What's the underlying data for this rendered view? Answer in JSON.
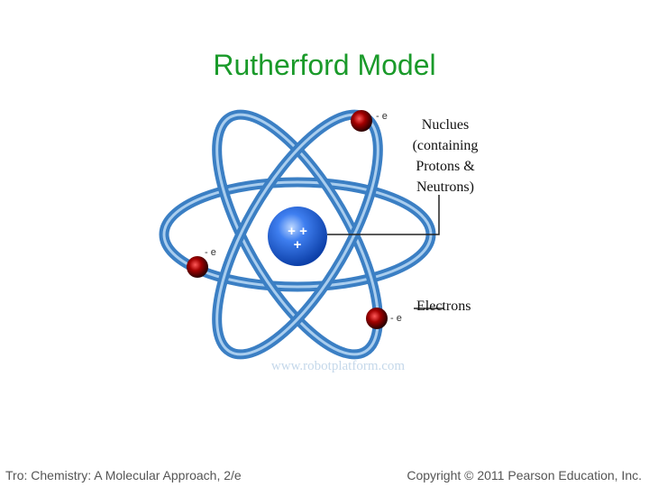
{
  "slide": {
    "title": "Rutherford Model",
    "nucleus_label": [
      "Nuclues",
      "(containing",
      "Protons &",
      "Neutrons)"
    ],
    "electrons_label": "Electrons",
    "electron_charge": "- e",
    "nucleus_charges": "+ +",
    "nucleus_charge_bottom": "+",
    "watermark": "www.robotplatform.com",
    "footer_left": "Tro: Chemistry: A Molecular Approach, 2/e",
    "footer_right": "Copyright © 2011 Pearson Education, Inc."
  },
  "colors": {
    "title": "#1a9a2a",
    "orbit": "#3b7fc4",
    "orbit_light": "#a9cdee",
    "nucleus": "#1f5fd6",
    "electron": "#b01010"
  }
}
